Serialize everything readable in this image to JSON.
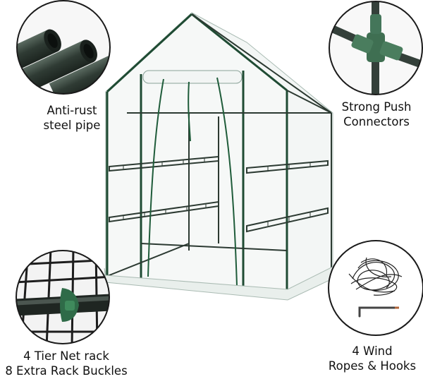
{
  "features": [
    {
      "id": "pipe",
      "icon": "steel-pipe-icon",
      "lines": [
        "Anti-rust",
        "steel pipe"
      ]
    },
    {
      "id": "connectors",
      "icon": "push-connector-icon",
      "lines": [
        "Strong Push",
        "Connectors"
      ]
    },
    {
      "id": "rack",
      "icon": "net-rack-buckle-icon",
      "lines": [
        "4 Tier Net rack",
        "8 Extra Rack Buckles"
      ]
    },
    {
      "id": "ropes",
      "icon": "rope-hook-icon",
      "lines": [
        "4 Wind",
        "Ropes & Hooks"
      ]
    }
  ],
  "colors": {
    "pipe": "#2f3b34",
    "frame_green": "#1f4b33",
    "circle_border": "#1a1a1a",
    "rope": "#222222",
    "hook": "#444444"
  }
}
